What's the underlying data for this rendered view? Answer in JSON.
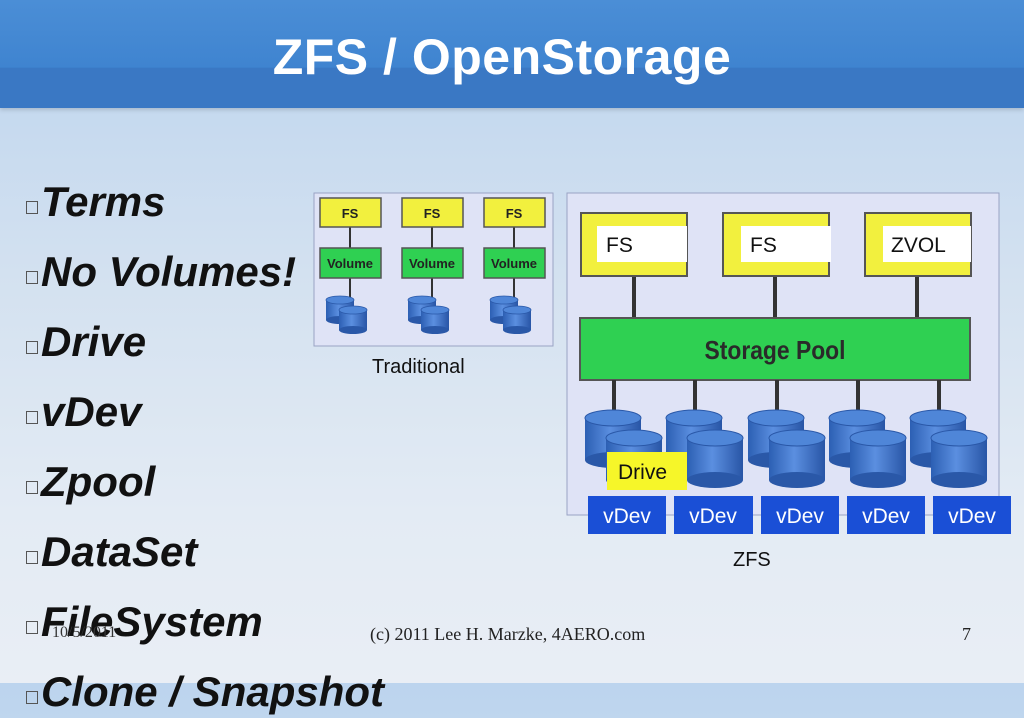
{
  "slide": {
    "title": "ZFS / OpenStorage",
    "bullets": [
      "Terms",
      "No Volumes!",
      "Drive",
      "vDev",
      "Zpool",
      "DataSet",
      "FileSystem",
      "Clone / Snapshot"
    ],
    "footer": {
      "date": "10/5/2011",
      "copyright": "(c) 2011 Lee H. Marzke, 4AERO.com",
      "page": "7"
    }
  },
  "traditional": {
    "caption": "Traditional",
    "fs_label": "FS",
    "volume_label": "Volume"
  },
  "zfs": {
    "caption": "ZFS",
    "top_boxes": [
      "FS",
      "FS",
      "ZVOL"
    ],
    "pool_label": "Storage Pool",
    "drive_label": "Drive",
    "vdev_labels": [
      "vDev",
      "vDev",
      "vDev",
      "vDev",
      "vDev"
    ]
  },
  "colors": {
    "header_blue": "#3f84d0",
    "fs_yellow": "#f2f03e",
    "volume_green": "#2fd052",
    "vdev_blue": "#1a4fd6",
    "disk_blue": "#3a6fc4"
  }
}
